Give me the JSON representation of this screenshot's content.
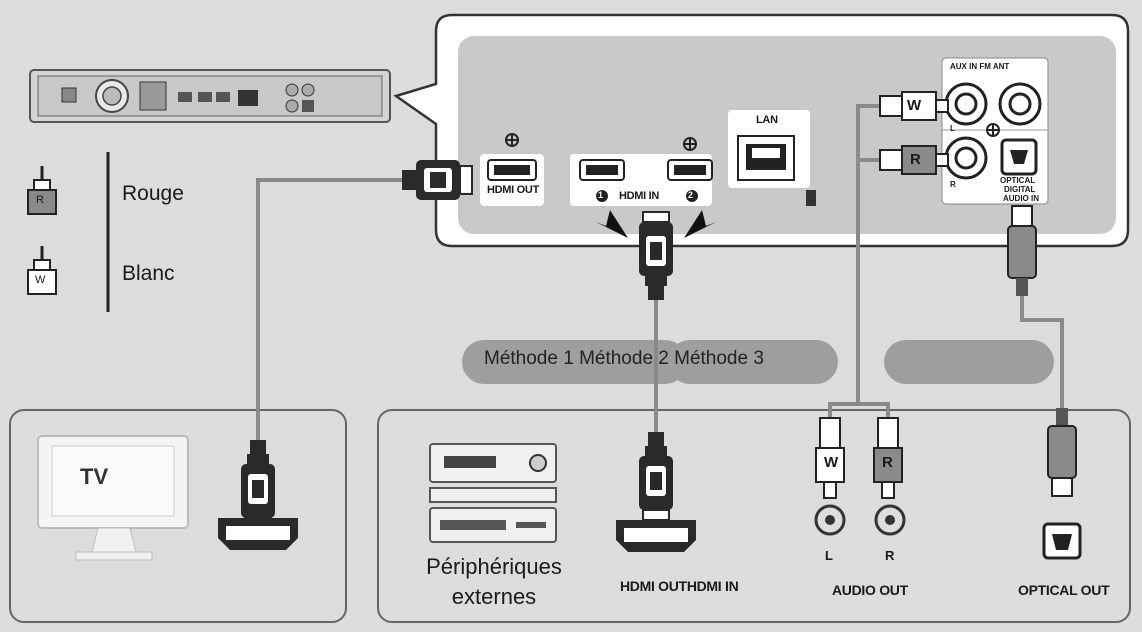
{
  "legend": {
    "red": {
      "label": "Rouge",
      "letter": "R"
    },
    "white": {
      "label": "Blanc",
      "letter": "W"
    }
  },
  "panel": {
    "hdmi_out": "HDMI OUT",
    "hdmi_in": "HDMI IN",
    "hdmi_in_1": "1",
    "hdmi_in_2": "2",
    "lan": "LAN",
    "aux_fm": "AUX IN FM ANT",
    "aux_l": "L",
    "aux_r": "R",
    "optical_in_1": "OPTICAL",
    "optical_in_2": "DIGITAL",
    "optical_in_3": "AUDIO IN",
    "plus": "⊕"
  },
  "methods": {
    "text": "Méthode 1 Méthode 2 Méthode 3"
  },
  "devices": {
    "tv": "TV",
    "external_line1": "Périphériques",
    "external_line2": "externes",
    "hdmi_out_in": "HDMI OUTHDMI IN",
    "audio_out": "AUDIO OUT",
    "audio_l": "L",
    "audio_r": "R",
    "optical_out": "OPTICAL OUT",
    "plug_w": "W",
    "plug_r": "R"
  },
  "colors": {
    "background": "#dcdcdc",
    "panel_fill": "#ffffff",
    "panel_inner": "#c9c9c9",
    "pill": "#9e9e9e",
    "cable": "#8a8a8a",
    "dark": "#1e1e1e"
  }
}
